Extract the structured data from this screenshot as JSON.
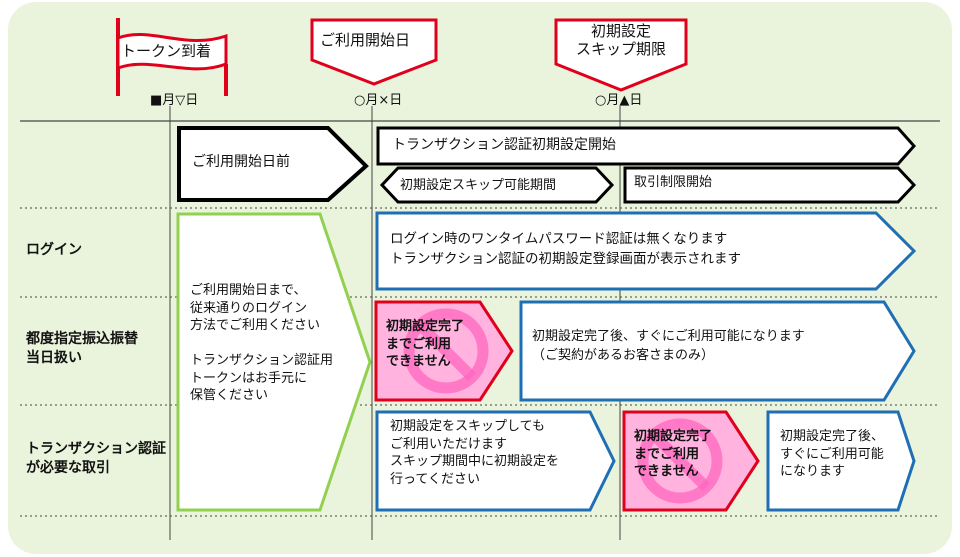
{
  "markers": {
    "token_arrival": {
      "label": "トークン到着",
      "date": "■月▽日"
    },
    "service_start": {
      "label": "ご利用開始日",
      "date": "○月×日"
    },
    "skip_deadline": {
      "label": "初期設定\nスキップ期限",
      "date": "○月▲日"
    }
  },
  "timeline": {
    "before_start": "ご利用開始日前",
    "tx_setup_start": "トランザクション認証初期設定開始",
    "skip_period": "初期設定スキップ可能期間",
    "restriction_start": "取引制限開始"
  },
  "rows": {
    "login": "ログイン",
    "transfer": "都度指定振込振替\n当日扱い",
    "tx_auth": "トランザクション認証\nが必要な取引"
  },
  "cells": {
    "pre_start_note": "ご利用開始日まで、\n従来通りのログイン\n方法でご利用ください\n\nトランザクション認証用\nトークンはお手元に\n保管ください",
    "login_note": "ログイン時のワンタイムパスワード認証は無くなります\nトランザクション認証の初期設定登録画面が表示されます",
    "cannot_use_1": "初期設定完了\nまでご利用\nできません",
    "transfer_after": "初期設定完了後、すぐにご利用可能になります\n（ご契約があるお客さまのみ）",
    "skip_note": "初期設定をスキップしても\nご利用いただけます\nスキップ期間中に初期設定を\n行ってください",
    "cannot_use_2": "初期設定完了\nまでご利用\nできません",
    "tx_after": "初期設定完了後、\nすぐにご利用可能\nになります"
  },
  "colors": {
    "panel_bg": "#eaf3dc",
    "green_border": "#92d050",
    "blue_border": "#1f6fb5",
    "red_border": "#e0001b",
    "pink_fill": "#ffb3de",
    "black_border": "#000000"
  }
}
